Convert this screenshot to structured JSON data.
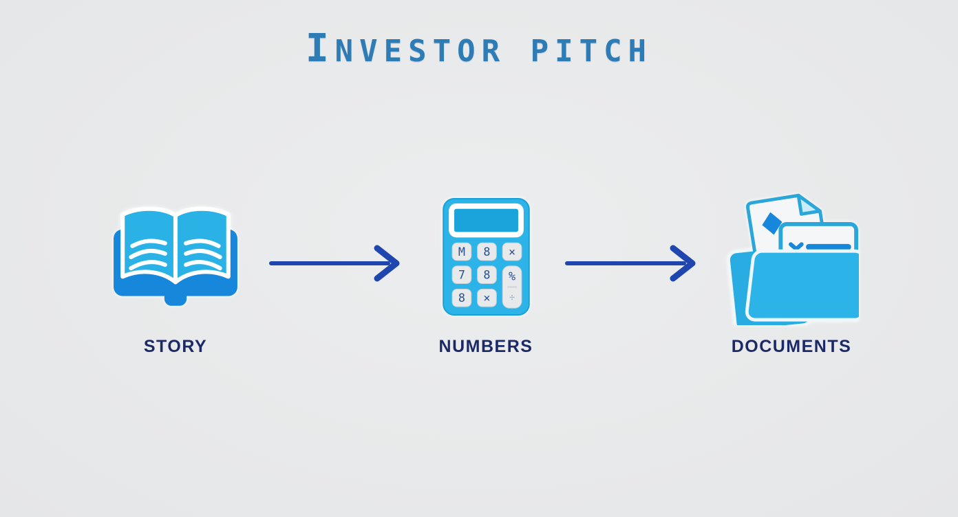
{
  "title": "INVESTOR PITCH",
  "steps": [
    {
      "label": "STORY",
      "icon": "open-book-icon"
    },
    {
      "label": "NUMBERS",
      "icon": "calculator-icon"
    },
    {
      "label": "DOCUMENTS",
      "icon": "folder-documents-icon"
    }
  ],
  "connectors": [
    {
      "type": "arrow-right"
    },
    {
      "type": "arrow-right"
    }
  ],
  "calculator": {
    "buttons": [
      "M",
      "8",
      "×",
      "7",
      "8",
      "8",
      "×"
    ],
    "tall_button_top": "%",
    "tall_button_bottom": "÷"
  },
  "colors": {
    "background": "#e9eaeb",
    "title_blue": "#2e7cb5",
    "label_navy": "#1b2a66",
    "arrow_blue": "#1e46ae",
    "icon_light_blue": "#2cb3e8",
    "icon_dark_blue": "#1787db",
    "paper_white": "#f5f6f8",
    "button_gray": "#e8e9ea"
  }
}
